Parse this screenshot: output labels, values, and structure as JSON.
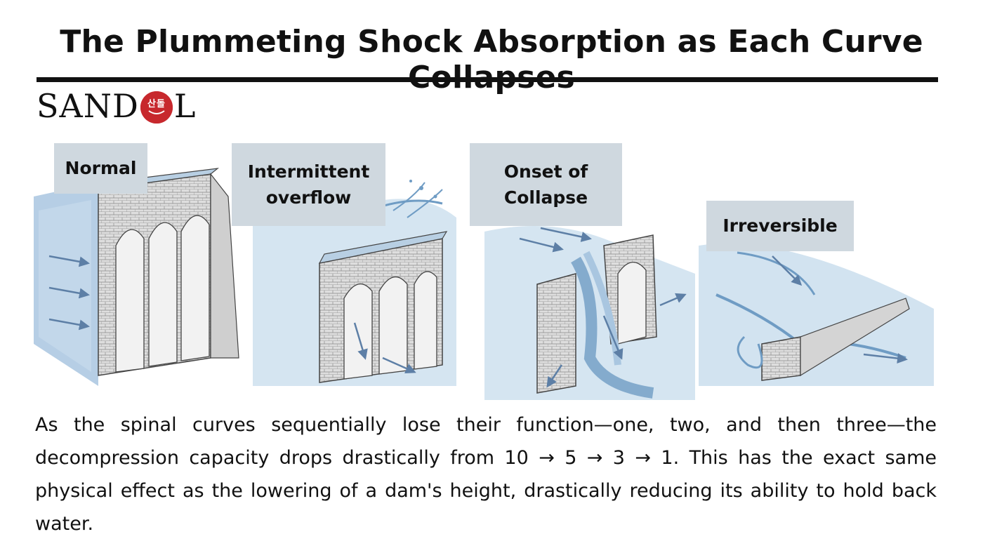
{
  "title": "The Plummeting Shock Absorption as Each Curve Collapses",
  "logo": {
    "text_left": "SAND",
    "text_right": "L",
    "seal_text": "산돌",
    "seal_color": "#c7282d"
  },
  "stages": [
    {
      "label": "Normal"
    },
    {
      "label": "Intermittent overflow"
    },
    {
      "label": "Onset of Collapse"
    },
    {
      "label": "Irreversible"
    }
  ],
  "colors": {
    "label_bg": "#cfd8df",
    "water": "#a9c6e0",
    "water_dark": "#6f9cc4",
    "stone": "#d9d9d9",
    "ink": "#333333"
  },
  "caption": "As the spinal curves sequentially lose their function—one, two, and then three—the decompression capacity drops drastically from 10 → 5 → 3 → 1. This has the exact same physical effect as the lowering of a dam's height, drastically reducing its ability to hold back water."
}
